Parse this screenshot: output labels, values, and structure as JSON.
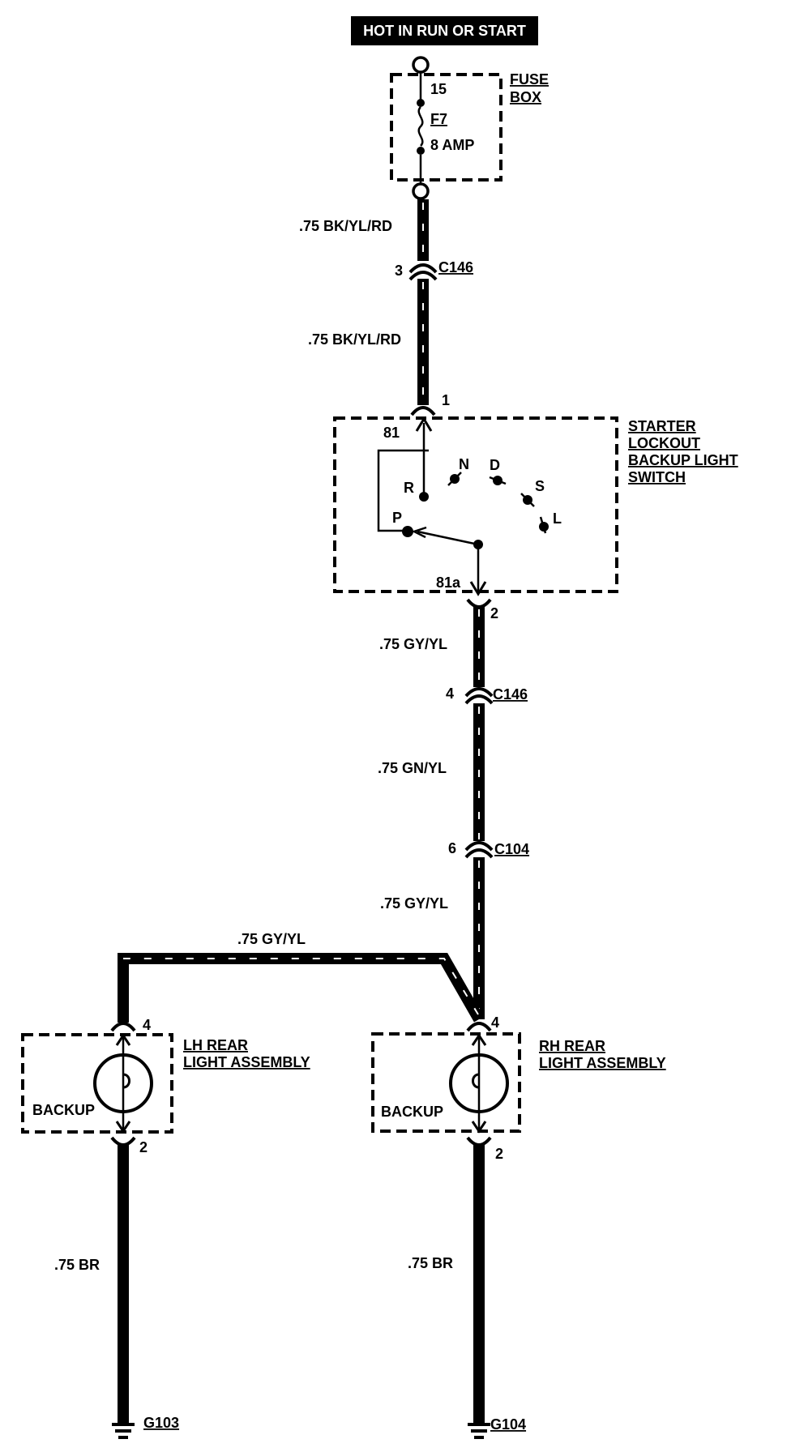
{
  "header": {
    "power_banner": "HOT IN RUN OR START"
  },
  "fuse_box": {
    "label_line1": "FUSE",
    "label_line2": "BOX",
    "pin_in": "15",
    "fuse_name": "F7",
    "fuse_rating": "8 AMP"
  },
  "wires": {
    "fuse_to_c146": ".75 BK/YL/RD",
    "c146_to_switch": ".75 BK/YL/RD",
    "switch_to_c146": ".75 GY/YL",
    "c146_to_c104": ".75 GN/YL",
    "c104_to_split": ".75 GY/YL",
    "cross_to_lh": ".75 GY/YL",
    "lh_to_ground": ".75 BR",
    "rh_to_ground": ".75 BR"
  },
  "connectors": {
    "c146_upper_pin": "3",
    "c146_upper_name": "C146",
    "c146_lower_pin": "4",
    "c146_lower_name": "C146",
    "c104_pin": "6",
    "c104_name": "C104"
  },
  "switch": {
    "label_line1": "STARTER",
    "label_line2": "LOCKOUT",
    "label_line3": "BACKUP LIGHT",
    "label_line4": "SWITCH",
    "pin_top": "1",
    "pin_bottom": "2",
    "terminal_top": "81",
    "terminal_bottom": "81a",
    "positions": [
      "R",
      "N",
      "D",
      "S",
      "L",
      "P"
    ]
  },
  "lh_light": {
    "label_line1": "LH REAR",
    "label_line2": "LIGHT ASSEMBLY",
    "bulb_label": "BACKUP",
    "pin_top": "4",
    "pin_bottom": "2",
    "ground": "G103"
  },
  "rh_light": {
    "label_line1": "RH REAR",
    "label_line2": "LIGHT ASSEMBLY",
    "bulb_label": "BACKUP",
    "pin_top": "4",
    "pin_bottom": "2",
    "ground": "G104"
  }
}
